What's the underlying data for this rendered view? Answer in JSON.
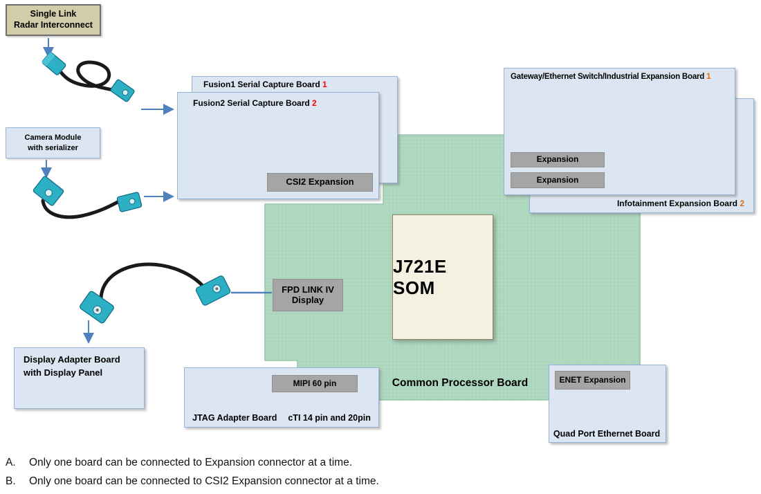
{
  "diagram": {
    "radar_box": {
      "line1": "Single Link",
      "line2": "Radar Interconnect"
    },
    "camera_box": {
      "line1": "Camera Module",
      "line2": "with serializer"
    },
    "fusion1_board": {
      "title": "Fusion1 Serial Capture Board",
      "number": "1"
    },
    "fusion2_board": {
      "title": "Fusion2 Serial Capture Board",
      "number": "2"
    },
    "csi2_button": {
      "label": "CSI2 Expansion"
    },
    "gateway_board": {
      "title": "Gateway/Ethernet Switch/Industrial Expansion Board",
      "number": "1"
    },
    "expansion_buttons": [
      "Expansion",
      "Expansion"
    ],
    "infotainment_board": {
      "title": "Infotainment Expansion Board",
      "number": "2"
    },
    "som": {
      "label": "J721E SOM"
    },
    "common_processor_board": {
      "label": "Common Processor Board"
    },
    "fpd_button": {
      "line1": "FPD LINK IV",
      "line2": "Display"
    },
    "display_adapter_box": {
      "line1": "Display Adapter Board",
      "line2": "with Display Panel"
    },
    "jtag_board": {
      "label_left": "JTAG Adapter Board",
      "label_right": "cTI 14 pin and 20pin"
    },
    "mipi_button": {
      "label": "MIPI 60 pin"
    },
    "quad_port_board": {
      "label": "Quad Port Ethernet Board"
    },
    "enet_button": {
      "label": "ENET Expansion"
    }
  },
  "notes": [
    {
      "id": "A.",
      "text": "Only one board can be connected to Expansion connector at a time."
    },
    {
      "id": "B.",
      "text": "Only one board can be connected to CSI2 Expansion connector at a time."
    }
  ],
  "colors": {
    "board_fill": "#dce6f2",
    "board_border": "#95b3d7",
    "green_board_fill": "#abd5bc",
    "tan_box_fill": "#d2ccaa",
    "gray_button_fill": "#a5a5a5",
    "som_fill": "#f4f1e3",
    "arrow_blue": "#4f81bd",
    "cable_teal": "#2eb0c4",
    "red_number": "#ff0000",
    "orange_number": "#e36c09"
  }
}
